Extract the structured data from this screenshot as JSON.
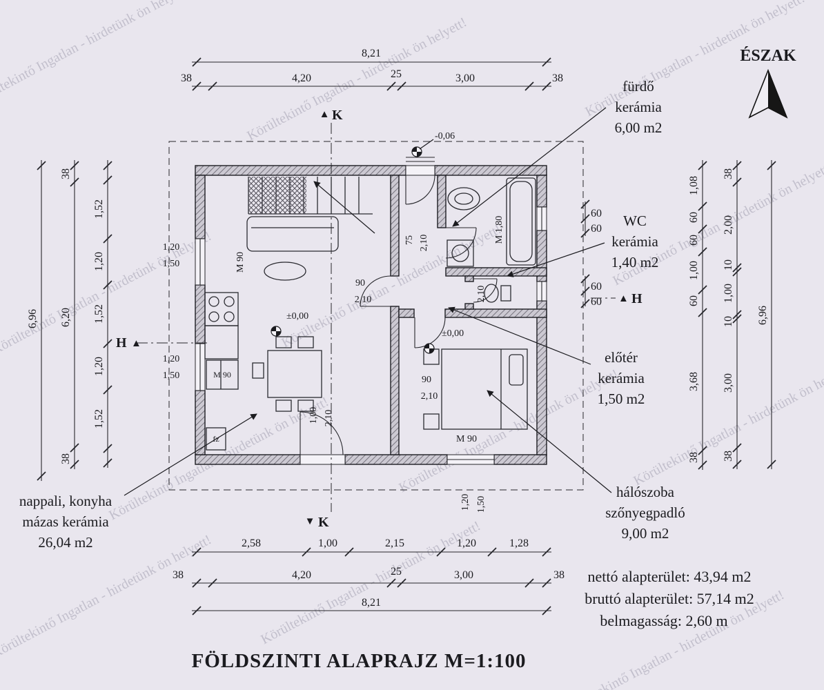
{
  "page": {
    "title": "FÖLDSZINTI ALAPRAJZ M=1:100",
    "north_label": "ÉSZAK",
    "watermark": "Körültekintő Ingatlan - hirdetünk ön helyett!"
  },
  "rooms": {
    "furdo": {
      "name": "fürdő",
      "material": "kerámia",
      "area": "6,00 m2"
    },
    "wc": {
      "name": "WC",
      "material": "kerámia",
      "area": "1,40 m2"
    },
    "eloter": {
      "name": "előtér",
      "material": "kerámia",
      "area": "1,50 m2"
    },
    "haloszoba": {
      "name": "hálószoba",
      "material": "szőnyegpadló",
      "area": "9,00 m2"
    },
    "nappali": {
      "name": "nappali, konyha",
      "material": "mázas kerámia",
      "area": "26,04 m2"
    }
  },
  "summary": {
    "netto": "nettó alapterület: 43,94 m2",
    "brutto": "bruttó alapterület: 57,14 m2",
    "height": "belmagasság: 2,60 m"
  },
  "levels": {
    "entry": "-0,06",
    "ground_a": "±0,00",
    "ground_b": "±0,00"
  },
  "sections": {
    "k": "K",
    "h": "H",
    "tri_up": "▲",
    "tri_down": "▼"
  },
  "dims": {
    "top_total": "8,21",
    "top_seg": [
      "38",
      "4,20",
      "25",
      "3,00",
      "38"
    ],
    "bottom_rooms": [
      "2,58",
      "1,00",
      "2,15",
      "1,20",
      "1,28"
    ],
    "bottom_seg": [
      "38",
      "4,20",
      "25",
      "3,00",
      "38"
    ],
    "bottom_total": "8,21",
    "left_total": "6,96",
    "left_mid": [
      "38",
      "6,20",
      "38"
    ],
    "left_seg": [
      "1,52",
      "1,20",
      "1,52",
      "1,20",
      "1,52"
    ],
    "right_a": [
      "1,08",
      "60",
      "60",
      "1,00",
      "60",
      "3,68",
      "38"
    ],
    "right_b": [
      "38",
      "2,00",
      "10",
      "1,00",
      "10",
      "3,00",
      "38"
    ],
    "right_total": "6,96",
    "bath_window": [
      "60",
      "60"
    ],
    "wc_window": [
      "60",
      "60"
    ]
  },
  "labels": {
    "door_bath": [
      "75",
      "2,10"
    ],
    "door_hall": [
      "90",
      "2,10"
    ],
    "door_bed": [
      "90",
      "2,10"
    ],
    "door_terrace": [
      "1,00",
      "2,10"
    ],
    "door_wc": "2,10",
    "win_left_top": [
      "1,20",
      "1,50"
    ],
    "win_left_bottom": [
      "1,20",
      "1,50"
    ],
    "win_bed": [
      "1,20",
      "1,50"
    ],
    "m90_kitchen": "M 90",
    "m90_sink": "M 90",
    "m90_bed": "M 90",
    "m180_bath": "M 1,80",
    "fz": "fz"
  }
}
